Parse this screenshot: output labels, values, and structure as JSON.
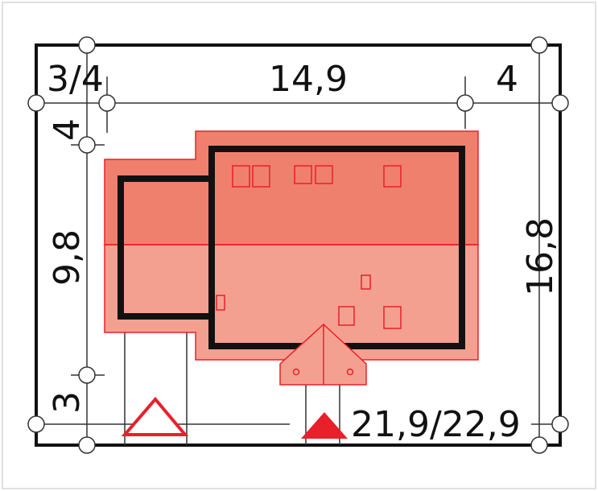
{
  "dimensions": {
    "top_left": "3/4",
    "top_middle": "14,9",
    "top_right": "4",
    "left_upper": "4",
    "left_middle": "9,8",
    "left_lower": "3",
    "right": "16,8",
    "bottom_right": "21,9/22,9"
  },
  "colors": {
    "roof_dark": "#f0806e",
    "roof_light": "#f4a090",
    "roof_outline": "#e8202a",
    "wall": "#111111",
    "entrance_marker": "#e8202a",
    "boundary": "#111111"
  },
  "icons": {
    "entrance_marker": "triangle-filled",
    "access_marker": "triangle-outline"
  }
}
